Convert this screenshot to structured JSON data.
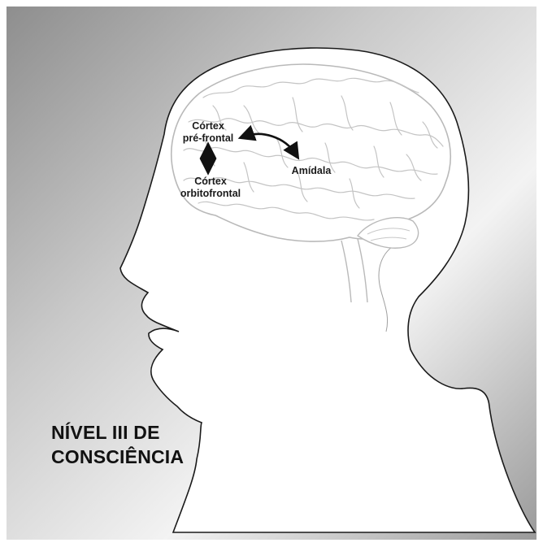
{
  "labels": {
    "prefrontal_line1": "Córtex",
    "prefrontal_line2": "pré-frontal",
    "orbitofrontal_line1": "Córtex",
    "orbitofrontal_line2": "orbitofrontal",
    "amygdala": "Amídala"
  },
  "title": {
    "line1": "NÍVEL III DE",
    "line2": "CONSCIÊNCIA"
  },
  "colors": {
    "background_light": "#f4f4f4",
    "background_dark": "#8c8c8c",
    "head_fill": "#ffffff",
    "outline": "#1a1a1a",
    "brain_lines": "#b9b9b9",
    "text": "#111111"
  }
}
